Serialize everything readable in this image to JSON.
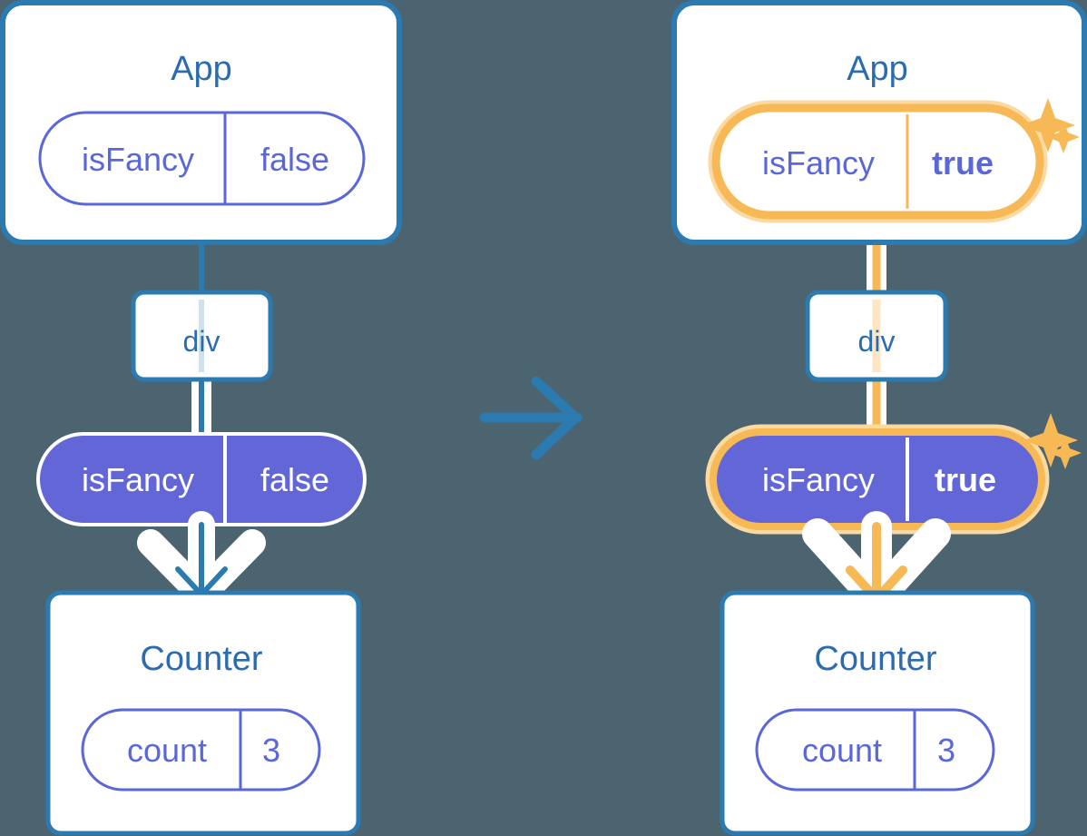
{
  "meta": {
    "background_color": "#4b6470",
    "title": "React state propagation: isFancy false to true"
  },
  "palette": {
    "card_border": "#2b7ab0",
    "card_fill": "#ffffff",
    "title_blue": "#2b6cb0",
    "purple": "#5a67d8",
    "purple_fill": "#6366d6",
    "highlight_orange": "#f7b955",
    "highlight_orange_soft": "#fbd9a0",
    "arrow_blue": "#2b7ab0",
    "halo_white": "#ffffff"
  },
  "before": {
    "app_card": {
      "title": "App",
      "pill": {
        "name": "isFancy",
        "value": "false",
        "style": "outline",
        "highlighted": false
      }
    },
    "div_node": {
      "label": "div"
    },
    "prop_pill": {
      "name": "isFancy",
      "value": "false",
      "style": "filled",
      "highlighted": false
    },
    "counter_card": {
      "title": "Counter",
      "pill": {
        "name": "count",
        "value": "3",
        "style": "outline",
        "highlighted": false
      }
    }
  },
  "transition": {
    "icon": "arrow-right-icon",
    "direction": "right"
  },
  "after": {
    "app_card": {
      "title": "App",
      "pill": {
        "name": "isFancy",
        "value": "true",
        "style": "outline",
        "highlighted": true,
        "value_bold": true,
        "sparkles": 2
      }
    },
    "div_node": {
      "label": "div"
    },
    "prop_pill": {
      "name": "isFancy",
      "value": "true",
      "style": "filled",
      "highlighted": true,
      "value_bold": true,
      "sparkles": 2
    },
    "counter_card": {
      "title": "Counter",
      "pill": {
        "name": "count",
        "value": "3",
        "style": "outline",
        "highlighted": false
      }
    }
  }
}
